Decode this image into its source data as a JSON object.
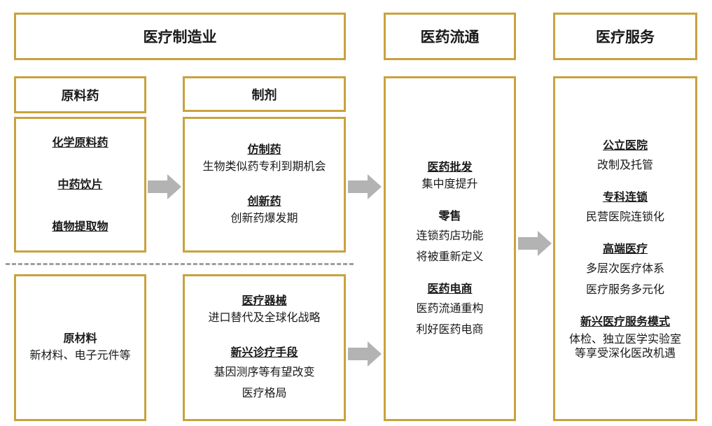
{
  "headers": {
    "manufacturing": "医疗制造业",
    "distribution": "医药流通",
    "services": "医疗服务",
    "api": "原料药",
    "formulation": "制剂"
  },
  "api_box": {
    "items": [
      "化学原料药",
      "中药饮片",
      "植物提取物"
    ]
  },
  "formulation_box": {
    "generic": {
      "title": "仿制药",
      "desc": "生物类似药专利到期机会"
    },
    "innovative": {
      "title": "创新药",
      "desc": "创新药爆发期"
    }
  },
  "materials_box": {
    "title": "原材料",
    "desc": "新材料、电子元件等"
  },
  "devices_box": {
    "devices": {
      "title": "医疗器械",
      "desc": "进口替代及全球化战略"
    },
    "diagnostics": {
      "title": "新兴诊疗手段",
      "desc1": "基因测序等有望改变",
      "desc2": "医疗格局"
    }
  },
  "distribution_box": {
    "wholesale": {
      "title": "医药批发",
      "desc": "集中度提升"
    },
    "retail": {
      "title": "零售",
      "desc1": "连锁药店功能",
      "desc2": "将被重新定义"
    },
    "ecommerce": {
      "title": "医药电商",
      "desc1": "医药流通重构",
      "desc2": "利好医药电商"
    }
  },
  "services_box": {
    "public": {
      "title": "公立医院",
      "desc": "改制及托管"
    },
    "specialty": {
      "title": "专科连锁",
      "desc": "民营医院连锁化"
    },
    "highend": {
      "title": "高端医疗",
      "desc1": "多层次医疗体系",
      "desc2": "医疗服务多元化"
    },
    "emerging": {
      "title": "新兴医疗服务模式",
      "desc1": "体检、独立医学实验室",
      "desc2": "等享受深化医改机遇"
    }
  },
  "colors": {
    "border": "#c9a23f",
    "arrow": "#b3b3b3",
    "dash": "#9e9e9e"
  }
}
